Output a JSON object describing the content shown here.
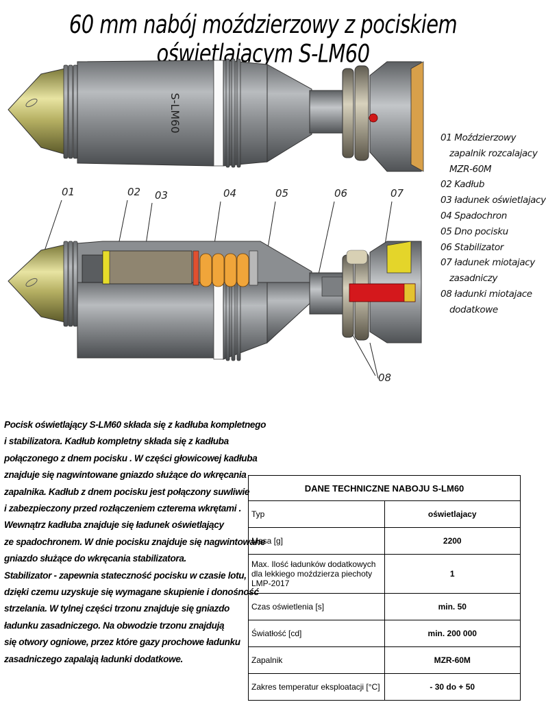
{
  "title": "60 mm nabój moździerzowy z pociskiem oświetlajacym S-LM60",
  "marking": "S-LM60",
  "callouts": [
    "01",
    "02",
    "03",
    "04",
    "05",
    "06",
    "07",
    "08"
  ],
  "legend": [
    [
      "01 Moździerzowy",
      "zapalnik rozcalajacy",
      "MZR-60M"
    ],
    [
      "02 Kadłub"
    ],
    [
      "03 ładunek oświetlajacy"
    ],
    [
      "04 Spadochron"
    ],
    [
      "05 Dno pocisku"
    ],
    [
      "06 Stabilizator"
    ],
    [
      "07 ładunek miotajacy",
      "zasadniczy"
    ],
    [
      "08 ładunki miotajace",
      "dodatkowe"
    ]
  ],
  "description": [
    "Pocisk oświetlający S-LM60 składa się z kadłuba kompletnego",
    "i stabilizatora. Kadłub kompletny składa się z kadłuba",
    "połączonego z dnem pocisku . W części głowicowej kadłuba",
    "znajduje się nagwintowane gniazdo służące do wkręcania",
    "zapalnika. Kadłub z dnem pocisku jest połączony suwliwie",
    "i zabezpieczony przed rozłączeniem czterema wkrętami .",
    "Wewnątrz kadłuba znajduje się ładunek oświetlający",
    "ze spadochronem. W dnie pocisku znajduje się nagwintowane",
    " gniazdo służące do wkręcania stabilizatora.",
    "Stabilizator - zapewnia stateczność pocisku w czasie lotu,",
    "dzięki czemu uzyskuje się wymagane skupienie i donośność",
    "strzelania.  W tylnej części trzonu znajduje się gniazdo",
    "ładunku zasadniczego. Na obwodzie trzonu znajdują",
    "się otwory ogniowe, przez które gazy prochowe ładunku",
    "zasadniczego zapalają ładunki dodatkowe."
  ],
  "spec_table": {
    "header": "DANE TECHNICZNE NABOJU S-LM60",
    "rows": [
      {
        "label": "Typ",
        "value": "oświetlajacy"
      },
      {
        "label": "Masa [g]",
        "value": "2200"
      },
      {
        "label": "Max. Ilość ładunków dodatkowych dla lekkiego moździerza piechoty LMP-2017",
        "value": "1"
      },
      {
        "label": "Czas oświetlenia [s]",
        "value": "min. 50"
      },
      {
        "label": "Światłość [cd]",
        "value": "min. 200 000"
      },
      {
        "label": "Zapalnik",
        "value": "MZR-60M"
      },
      {
        "label": "Zakres temperatur eksploatacji [°C]",
        "value": "- 30 do + 50"
      }
    ]
  }
}
